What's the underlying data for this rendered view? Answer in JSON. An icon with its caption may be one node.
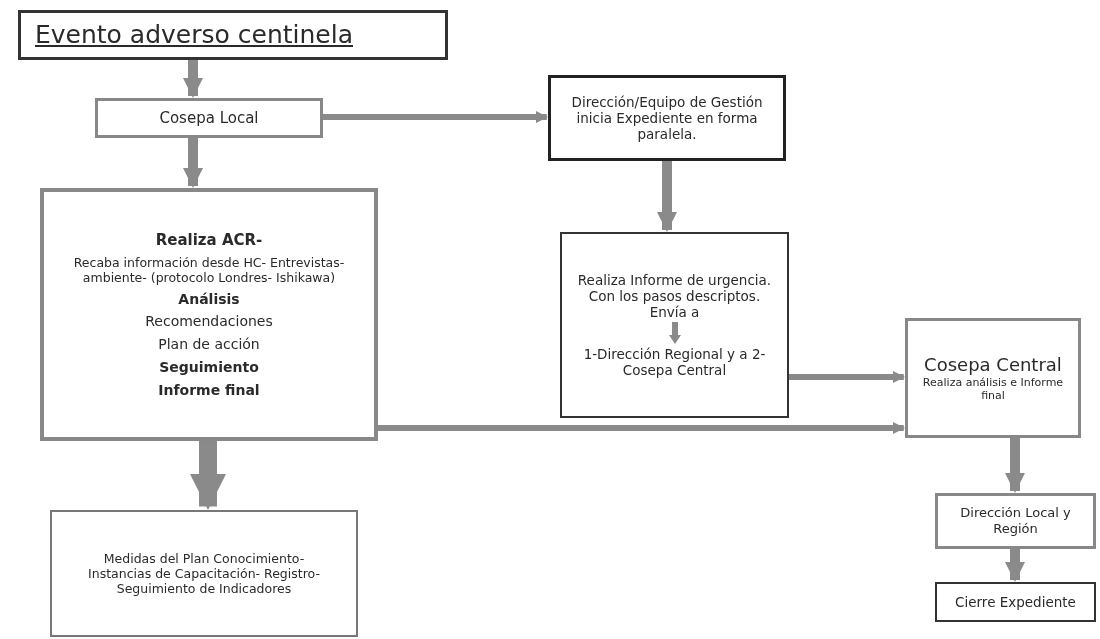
{
  "diagram": {
    "nodes": [
      {
        "text": [
          "Evento adverso centinela"
        ]
      },
      {
        "text": [
          "Cosepa Local"
        ]
      },
      {
        "text": [
          "Realiza ACR-",
          "Recaba información desde HC- Entrevistas- ambiente- (protocolo Londres- Ishikawa)",
          "Análisis",
          "Recomendaciones",
          "Plan de acción",
          "Seguimiento",
          "Informe final"
        ]
      },
      {
        "text": [
          "Dirección/Equipo de Gestión inicia Expediente en forma paralela."
        ]
      },
      {
        "text": [
          "Realiza Informe de urgencia. Con los pasos descriptos.",
          "Envía a",
          "1-Dirección Regional y a 2- Cosepa Central"
        ]
      },
      {
        "text": [
          "Cosepa Central",
          "Realiza análisis e Informe final"
        ]
      },
      {
        "text": [
          "Medidas del Plan Conocimiento- Instancias de Capacitación- Registro- Seguimiento de Indicadores"
        ]
      },
      {
        "text": [
          "Dirección Local y Región"
        ]
      },
      {
        "text": [
          "Cierre Expediente"
        ]
      }
    ],
    "edges": [
      {
        "from": 0,
        "to": 1,
        "arrow": "to"
      },
      {
        "from": 1,
        "to": 3,
        "arrow": "to"
      },
      {
        "from": 1,
        "to": 2,
        "arrow": "to"
      },
      {
        "from": 3,
        "to": 4,
        "arrow": "to"
      },
      {
        "from": 4,
        "to": 5,
        "arrow": "to"
      },
      {
        "from": 2,
        "to": 5,
        "arrow": "to"
      },
      {
        "from": 2,
        "to": 6,
        "arrow": "to",
        "style": "thick"
      },
      {
        "from": 5,
        "to": 7,
        "arrow": "to"
      },
      {
        "from": 7,
        "to": 8,
        "arrow": "to"
      }
    ]
  }
}
